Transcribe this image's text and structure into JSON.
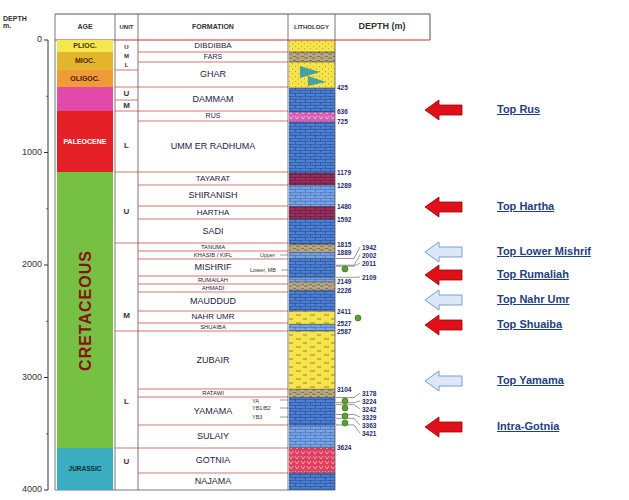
{
  "diagram": {
    "nodes": [
      {
        "text": [
          "PLIOC."
        ]
      },
      {
        "text": [
          "MIOC."
        ]
      },
      {
        "text": [
          "OLIGOC."
        ]
      },
      {
        "text": [
          "PALEOCENE"
        ]
      },
      {
        "text": [
          "CRETACEOUS"
        ]
      },
      {
        "text": [
          "JURASSIC"
        ]
      },
      {
        "text": [
          "DIBDIBBA"
        ]
      },
      {
        "text": [
          "FARS"
        ]
      },
      {
        "text": [
          "GHAR"
        ]
      },
      {
        "text": [
          "DAMMAM"
        ]
      },
      {
        "text": [
          "RUS"
        ]
      },
      {
        "text": [
          "UMM ER RADHUMA"
        ]
      },
      {
        "text": [
          "TAYARAT"
        ]
      },
      {
        "text": [
          "SHIRANISH"
        ]
      },
      {
        "text": [
          "HARTHA"
        ]
      },
      {
        "text": [
          "SADI"
        ]
      },
      {
        "text": [
          "TANUMA"
        ]
      },
      {
        "text": [
          "KHASIB / KIFL"
        ]
      },
      {
        "text": [
          "MISHRIF"
        ]
      },
      {
        "text": [
          "RUMAILAH"
        ]
      },
      {
        "text": [
          "AHMADI"
        ]
      },
      {
        "text": [
          "MAUDDUD"
        ]
      },
      {
        "text": [
          "NAHR UMR"
        ]
      },
      {
        "text": [
          "SHUAIBA"
        ]
      },
      {
        "text": [
          "ZUBAIR"
        ]
      },
      {
        "text": [
          "RATAWI"
        ]
      },
      {
        "text": [
          "YAMAMA"
        ]
      },
      {
        "text": [
          "SULAIY"
        ]
      },
      {
        "text": [
          "GOTNIA"
        ]
      },
      {
        "text": [
          "NAJAMA"
        ]
      }
    ],
    "labels": [
      "DEPTH m.",
      "0",
      "1000",
      "2000",
      "3000",
      "4000",
      "AGE",
      "UNIT",
      "FORMATION",
      "LITHOLOGY",
      "DEPTH (m)",
      "U",
      "M",
      "L",
      "U",
      "M",
      "L",
      "U",
      "M",
      "L",
      "U",
      "Upper",
      "Lower, MB",
      "YA",
      "YB1/B2",
      "YB3",
      "425",
      "636",
      "725",
      "1179",
      "1289",
      "1480",
      "1592",
      "1815",
      "1889",
      "2149",
      "2226",
      "2411",
      "2527",
      "2587",
      "3104",
      "3624",
      "1942",
      "2002",
      "2011",
      "2109",
      "3178",
      "3224",
      "3242",
      "3329",
      "3363",
      "3421",
      "Top Rus",
      "Top Hartha",
      "Top Lower Mishrif",
      "Top Rumaliah",
      "Top Nahr Umr",
      "Top Shuaiba",
      "Top Yamama",
      "Intra-Gotnia"
    ]
  }
}
